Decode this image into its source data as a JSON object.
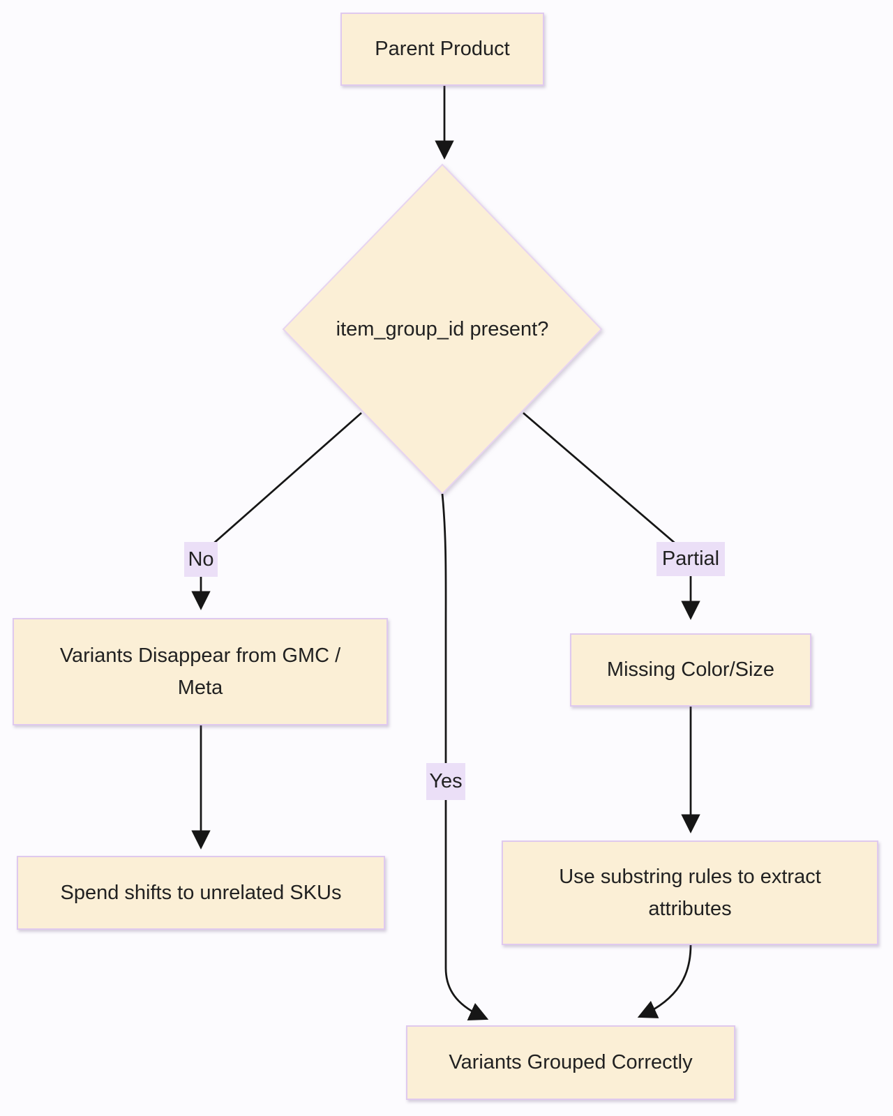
{
  "diagram": {
    "type": "flowchart",
    "colors": {
      "background": "#FCFBFE",
      "node_fill": "#FBEFD6",
      "node_border": "#DFC9EE",
      "edge_label_bg": "#EBDFF7",
      "edge_line": "#161616",
      "text": "#212121"
    },
    "nodes": {
      "parent": {
        "label": "Parent Product"
      },
      "decision": {
        "label": "item_group_id present?"
      },
      "no_outcome": {
        "label": "Variants Disappear from GMC / Meta"
      },
      "no_result": {
        "label": "Spend shifts to unrelated SKUs"
      },
      "partial_outcome": {
        "label": "Missing Color/Size"
      },
      "partial_action": {
        "label": "Use substring rules to extract attributes"
      },
      "final": {
        "label": "Variants Grouped Correctly"
      }
    },
    "edge_labels": {
      "no": "No",
      "yes": "Yes",
      "partial": "Partial"
    }
  }
}
